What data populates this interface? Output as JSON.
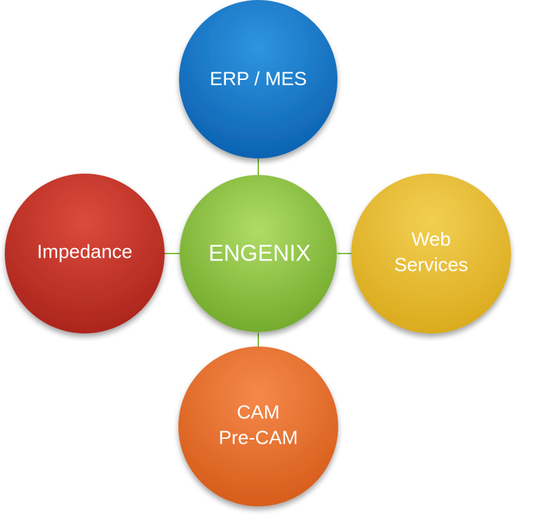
{
  "diagram": {
    "center": {
      "label": "ENGENIX",
      "color_light": "#a6d65a",
      "color_dark": "#6fa82a"
    },
    "top": {
      "label": "ERP / MES",
      "color_light": "#2f95e0",
      "color_dark": "#0a5fae"
    },
    "left": {
      "label": "Impedance",
      "color_light": "#dc4a3c",
      "color_dark": "#a8231a"
    },
    "right": {
      "lines": [
        "Web",
        "Services"
      ],
      "color_light": "#f2cf52",
      "color_dark": "#d9a81a"
    },
    "bottom": {
      "lines": [
        "CAM",
        "Pre-CAM"
      ],
      "color_light": "#f5894a",
      "color_dark": "#d55a18"
    },
    "connector_color": "#7cbf3a"
  }
}
